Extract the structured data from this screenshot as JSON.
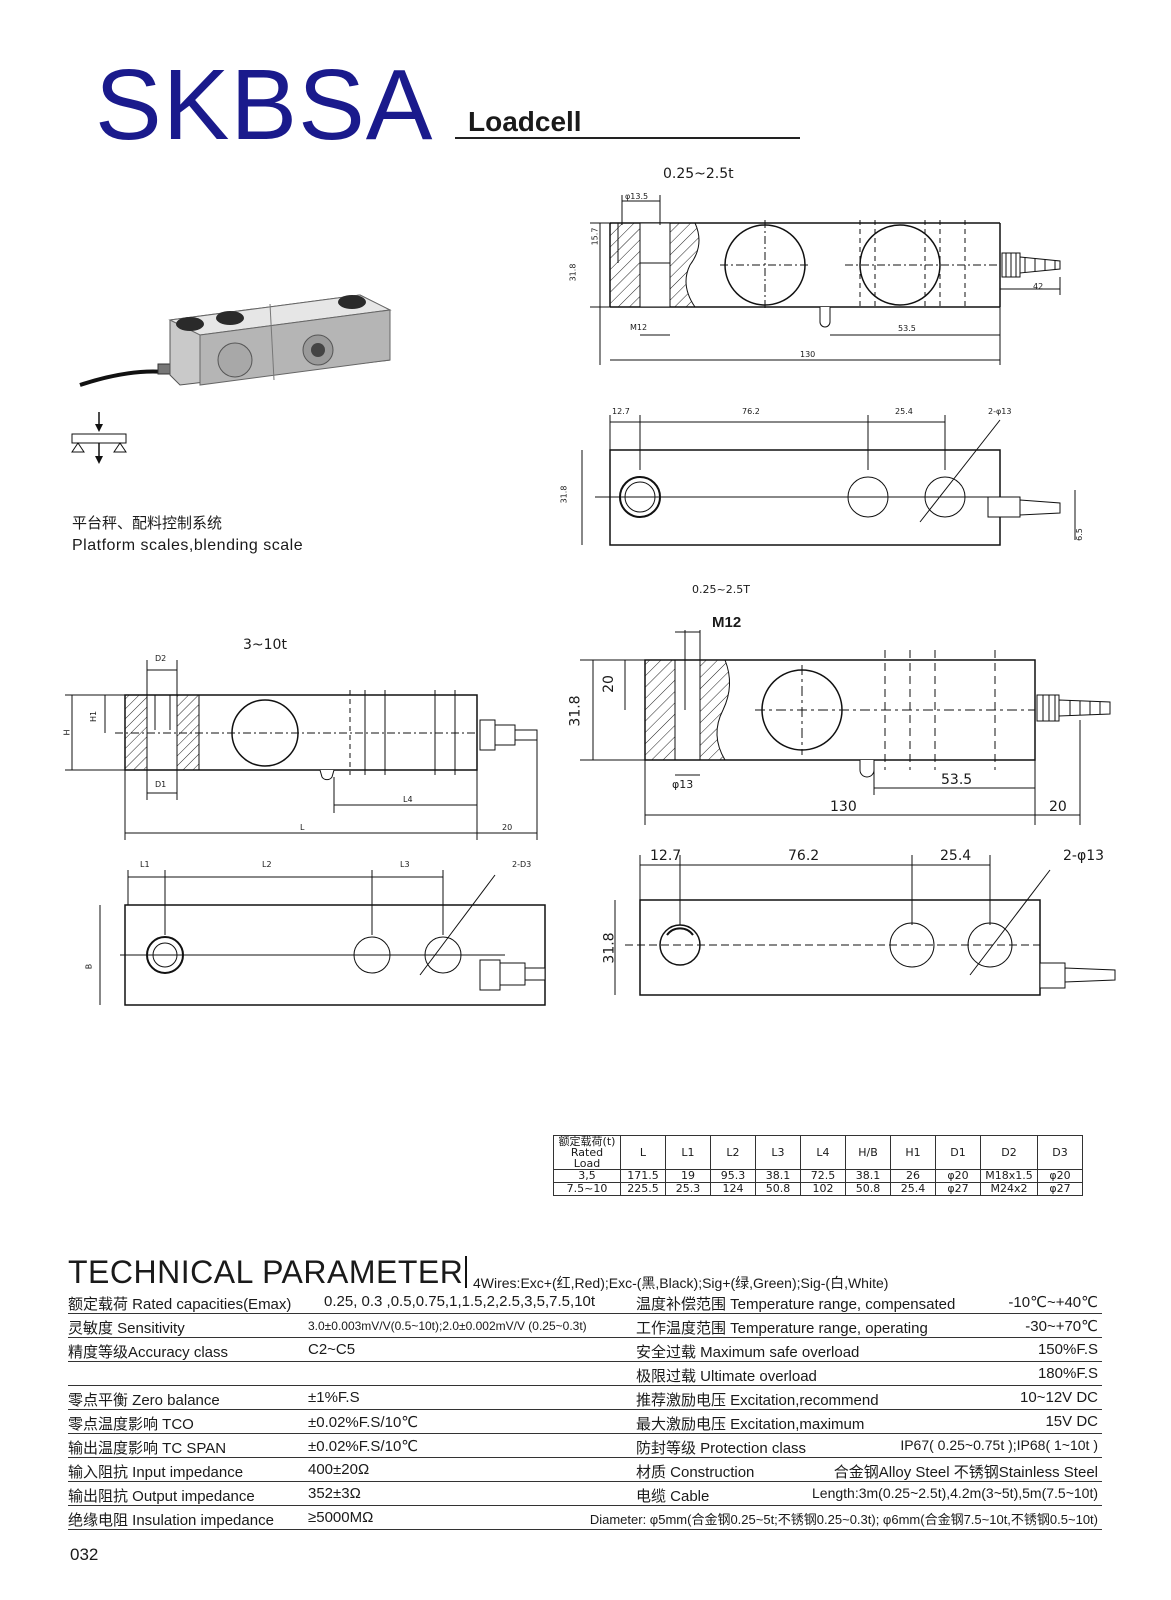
{
  "header": {
    "brand": "SKBSA",
    "subtitle": "Loadcell"
  },
  "application": {
    "cn": "平台秤、配料控制系统",
    "en": "Platform scales,blending scale"
  },
  "drawings": {
    "top_right_1": {
      "range": "0.25~2.5t",
      "labels": {
        "bore": "φ13.5",
        "d15": "15.7",
        "h": "31.8",
        "thread": "M12",
        "cable": "42",
        "l4": "53.5",
        "length": "130"
      }
    },
    "top_right_2": {
      "labels": {
        "l1": "12.7",
        "l2": "76.2",
        "l3": "25.4",
        "holes": "2-φ13",
        "h": "31.8",
        "cable_h": "6.5"
      }
    },
    "bottom_right_1": {
      "range": "0.25~2.5T",
      "labels": {
        "thread": "M12",
        "d20": "20",
        "h": "31.8",
        "bore": "φ13",
        "l4": "53.5",
        "length": "130",
        "cable": "20"
      }
    },
    "bottom_right_2": {
      "labels": {
        "l1": "12.7",
        "l2": "76.2",
        "l3": "25.4",
        "holes": "2-φ13",
        "h": "31.8"
      }
    },
    "left_1": {
      "range": "3~10t",
      "labels": {
        "d2": "D2",
        "d1": "D1",
        "h": "H",
        "h1": "H1",
        "l4": "L4",
        "l": "L",
        "cable": "20"
      }
    },
    "left_2": {
      "labels": {
        "l1": "L1",
        "l2": "L2",
        "l3": "L3",
        "holes": "2-D3",
        "b": "B"
      }
    }
  },
  "dimensions_table": {
    "header_cn": "额定载荷(t)",
    "header_en": "Rated Load",
    "columns": [
      "L",
      "L1",
      "L2",
      "L3",
      "L4",
      "H/B",
      "H1",
      "D1",
      "D2",
      "D3"
    ],
    "rows": [
      {
        "load": "3,5",
        "values": [
          "171.5",
          "19",
          "95.3",
          "38.1",
          "72.5",
          "38.1",
          "26",
          "φ20",
          "M18x1.5",
          "φ20"
        ]
      },
      {
        "load": "7.5~10",
        "values": [
          "225.5",
          "25.3",
          "124",
          "50.8",
          "102",
          "50.8",
          "25.4",
          "φ27",
          "M24x2",
          "φ27"
        ]
      }
    ]
  },
  "technical": {
    "title": "TECHNICAL PARAMETER",
    "wires": "4Wires:Exc+(红,Red);Exc-(黑,Black);Sig+(绿,Green);Sig-(白,White)",
    "rows": [
      {
        "l1": "额定载荷 Rated capacities(Emax)",
        "l2": "0.25, 0.3 ,0.5,0.75,1,1.5,2,2.5,3,5,7.5,10t",
        "r1": "温度补偿范围 Temperature range, compensated",
        "r2": "-10℃~+40℃"
      },
      {
        "l1": "灵敏度 Sensitivity",
        "l2": "3.0±0.003mV/V(0.5~10t);2.0±0.002mV/V (0.25~0.3t)",
        "r1": "工作温度范围 Temperature range, operating",
        "r2": "-30~+70℃"
      },
      {
        "l1": "精度等级Accuracy class",
        "l2": "C2~C5",
        "r1": "安全过载 Maximum safe overload",
        "r2": "150%F.S"
      },
      {
        "l1": "",
        "l2": "",
        "r1": "极限过载 Ultimate overload",
        "r2": "180%F.S"
      },
      {
        "l1": "零点平衡 Zero balance",
        "l2": "±1%F.S",
        "r1": "推荐激励电压 Excitation,recommend",
        "r2": "10~12V DC"
      },
      {
        "l1": "零点温度影响 TCO",
        "l2": "±0.02%F.S/10℃",
        "r1": "最大激励电压 Excitation,maximum",
        "r2": "15V DC"
      },
      {
        "l1": "输出温度影响 TC SPAN",
        "l2": "±0.02%F.S/10℃",
        "r1": "防封等级 Protection class",
        "r2": "IP67( 0.25~0.75t );IP68( 1~10t )"
      },
      {
        "l1": "输入阻抗 Input impedance",
        "l2": "400±20Ω",
        "r1": "材质 Construction",
        "r2": "合金钢Alloy Steel 不锈钢Stainless Steel"
      },
      {
        "l1": "输出阻抗 Output impedance",
        "l2": "352±3Ω",
        "r1": "电缆 Cable",
        "r2": "Length:3m(0.25~2.5t),4.2m(3~5t),5m(7.5~10t)"
      },
      {
        "l1": "绝缘电阻 Insulation impedance",
        "l2": "≥5000MΩ",
        "r1": "",
        "r2": "Diameter: φ5mm(合金钢0.25~5t;不锈钢0.25~0.3t); φ6mm(合金钢7.5~10t,不锈钢0.5~10t)"
      }
    ]
  },
  "page_number": "032"
}
